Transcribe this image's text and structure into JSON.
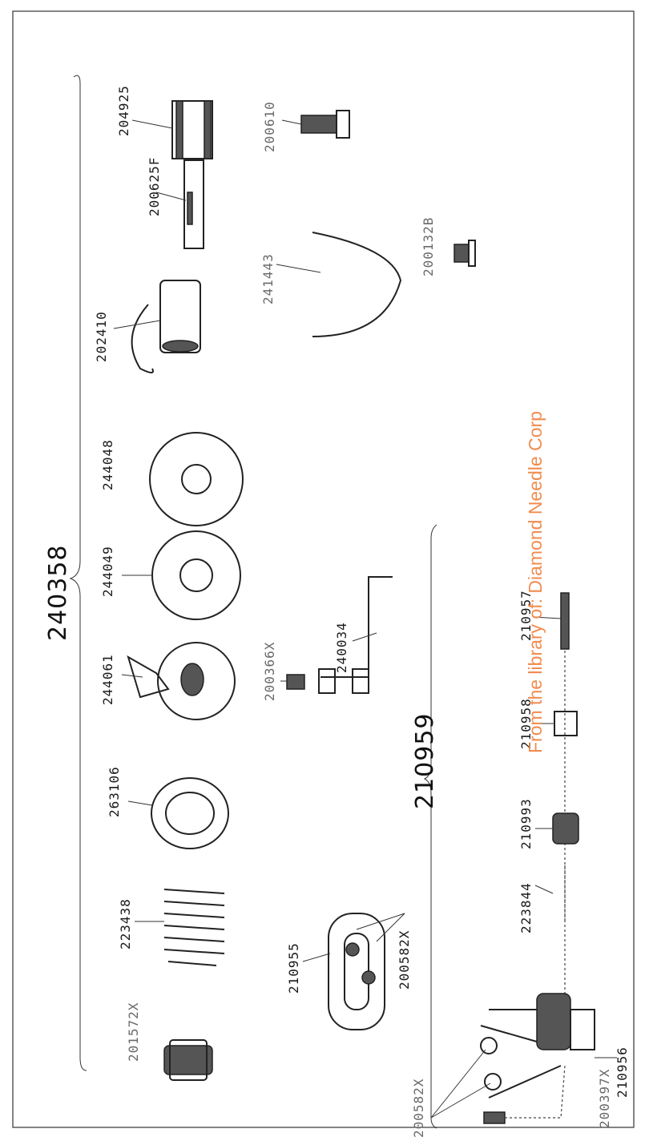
{
  "assemblies": {
    "main": "240358",
    "sub": "210959"
  },
  "parts": {
    "p204925": "204925",
    "p200610": "200610",
    "p200625f": "200625F",
    "p202410": "202410",
    "p241443": "241443",
    "p200132b": "200132B",
    "p244048": "244048",
    "p244049": "244049",
    "p244061": "244061",
    "p263106": "263106",
    "p223438": "223438",
    "p201572x": "201572X",
    "p200366x": "200366X",
    "p240034": "240034",
    "p210957": "210957",
    "p210958": "210958",
    "p210993": "210993",
    "p223844": "223844",
    "p210955": "210955",
    "p200582x_a": "200582X",
    "p200582x_b": "200582X",
    "p210956": "210956",
    "p200397x": "200397X"
  },
  "watermark": "From the library of: Diamond Needle Corp",
  "colors": {
    "watermark": "#f08c50",
    "ink": "#222222"
  }
}
